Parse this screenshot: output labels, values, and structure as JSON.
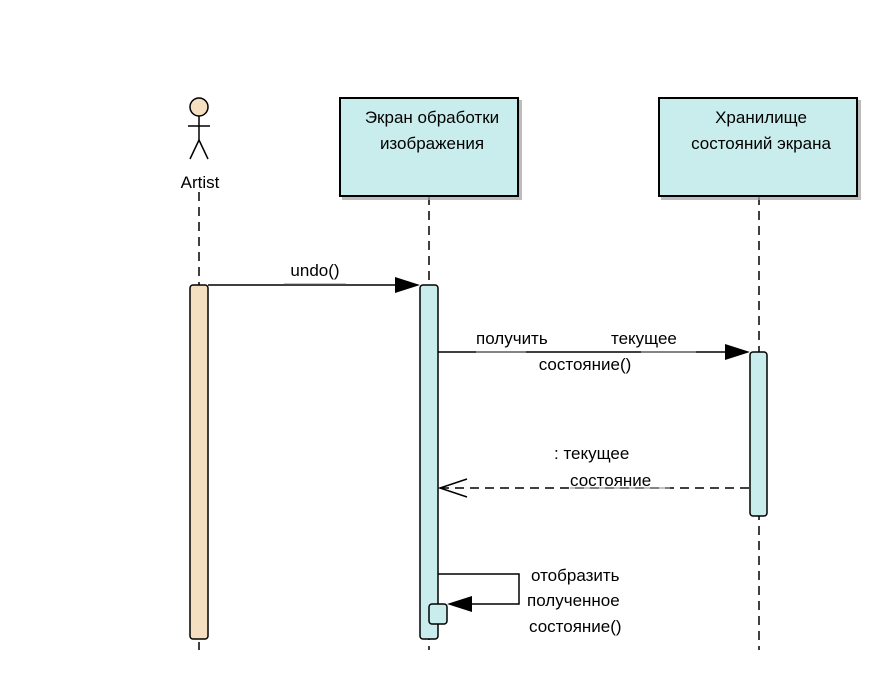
{
  "participants": {
    "actor": {
      "label": "Artist"
    },
    "screen": {
      "line1": "Экран обработки",
      "line2": "изображения"
    },
    "store": {
      "line1": "Хранилище",
      "line2": "состояний экрана"
    }
  },
  "messages": {
    "undo": {
      "label": "undo()"
    },
    "get_state": {
      "part1": "получить",
      "part2": "текущее",
      "line2": "состояние()"
    },
    "return_state": {
      "line1": ":  текущее",
      "line2": "состояние"
    },
    "self_call": {
      "line1": "отобразить",
      "line2": "полученное",
      "line3": "состояние()"
    }
  },
  "colors": {
    "actor_fill": "#f5dfc1",
    "box_fill": "#c9eded",
    "stroke": "#000000"
  }
}
